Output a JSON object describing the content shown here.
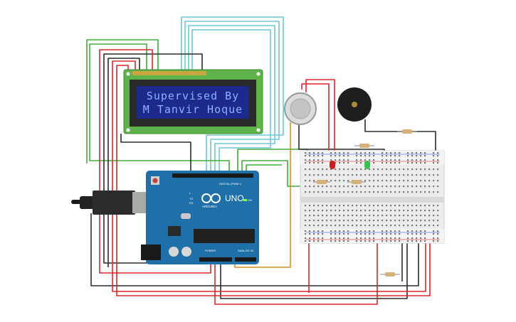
{
  "lcd": {
    "line1": "Supervised By",
    "line2": "M Tanvir Hoque"
  },
  "arduino": {
    "model_label": "UNO",
    "brand_label": "ARDUINO",
    "digital_label": "DIGITAL (PWM~)",
    "power_label": "POWER",
    "analog_label": "ANALOG IN",
    "on_label": "ON",
    "tx_label": "TX",
    "rx_label": "RX",
    "l_label": "L"
  },
  "components": {
    "gas_sensor": "gas-sensor",
    "buzzer": "piezo-buzzer",
    "red_led": "red-led",
    "green_led": "green-led",
    "breadboard": "breadboard"
  },
  "colors": {
    "wire_red": "#e0262b",
    "wire_black": "#2b2b2b",
    "wire_green": "#3fae3a",
    "wire_cyan": "#6ec6d8",
    "wire_orange": "#e08a1e",
    "board_blue": "#1f6fa8",
    "lcd_green": "#5fb34a",
    "lcd_screen": "#1b2a8c"
  }
}
